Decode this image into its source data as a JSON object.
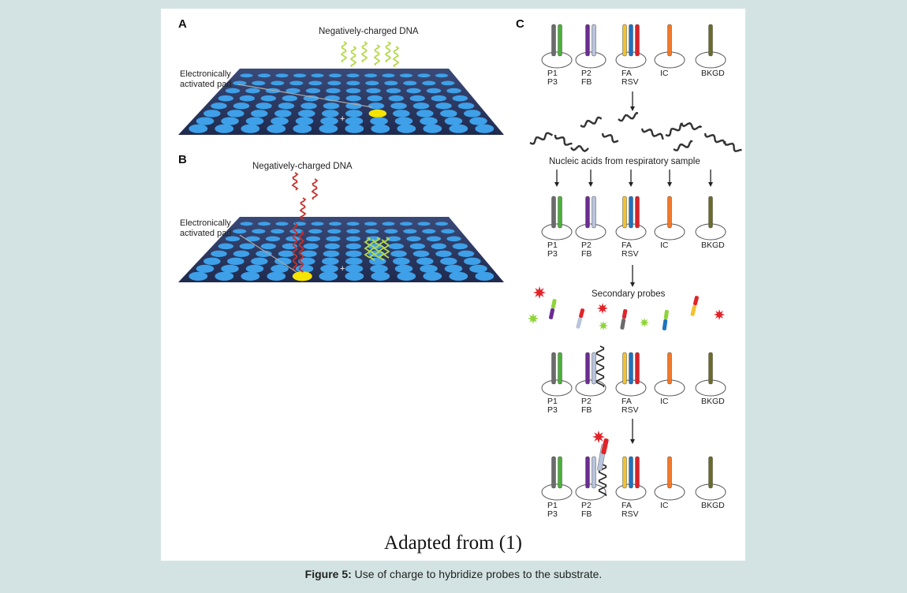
{
  "panels": {
    "a": {
      "letter": "A",
      "dna_label": "Negatively-charged DNA",
      "pad_label_line1": "Electronically",
      "pad_label_line2": "activated pad"
    },
    "b": {
      "letter": "B",
      "dna_label": "Negatively-charged DNA",
      "pad_label_line1": "Electronically",
      "pad_label_line2": "activated pad"
    },
    "c": {
      "letter": "C",
      "nucleic_label": "Nucleic acids from respiratory sample",
      "secondary_label": "Secondary probes"
    }
  },
  "capture_groups": [
    {
      "top": "P1",
      "bottom": "P3",
      "probe_colors": [
        "#6b6b6b",
        "#4caf3a"
      ]
    },
    {
      "top": "P2",
      "bottom": "FB",
      "probe_colors": [
        "#6a2c91",
        "#b8c4dc"
      ]
    },
    {
      "top": "FA",
      "bottom": "RSV",
      "probe_colors": [
        "#f2c230",
        "#1e73be",
        "#d9232a"
      ]
    },
    {
      "top": "IC",
      "bottom": "",
      "probe_colors": [
        "#f0782a"
      ]
    },
    {
      "top": "BKGD",
      "bottom": "",
      "probe_colors": [
        "#6b6b2a"
      ]
    }
  ],
  "colors": {
    "pad_surface": "#2a3560",
    "pad_spot": "#3ea0e8",
    "activated_spot": "#f5e400",
    "dna_green": "#b5d94a",
    "dna_red": "#c8302a",
    "star_red": "#e0242a",
    "star_green": "#8fd43a"
  },
  "adapted_text": "Adapted from (1)",
  "caption": {
    "label": "Figure 5:",
    "text": " Use of charge to hybridize probes to the substrate."
  }
}
